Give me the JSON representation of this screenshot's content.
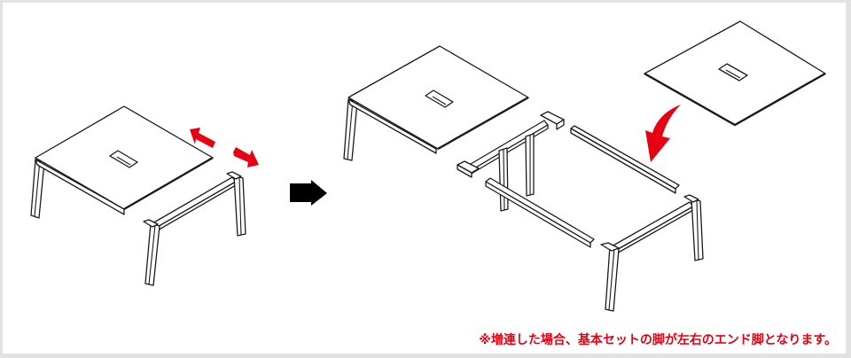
{
  "diagram": {
    "description": "Table extension assembly illustration",
    "before": {
      "label": "basic-set-table",
      "parts": [
        "tabletop",
        "wire-hole",
        "legs",
        "detached-end-leg-frame"
      ],
      "arrows": [
        "slide-out-arrow",
        "slide-out-arrow"
      ]
    },
    "transition_arrow": "right-arrow",
    "after": {
      "label": "extended-table",
      "parts": [
        "basic-tabletop",
        "middle-leg-frame",
        "beams",
        "end-leg-frame",
        "extension-tabletop"
      ],
      "arrows": [
        "curved-place-arrow"
      ]
    },
    "colors": {
      "accent_red": "#e60012",
      "line": "#1a1a1a",
      "frame": "#e2e2e2",
      "background": "#ffffff"
    }
  },
  "footnote": "※増連した場合、基本セットの脚が左右のエンド脚となります。"
}
